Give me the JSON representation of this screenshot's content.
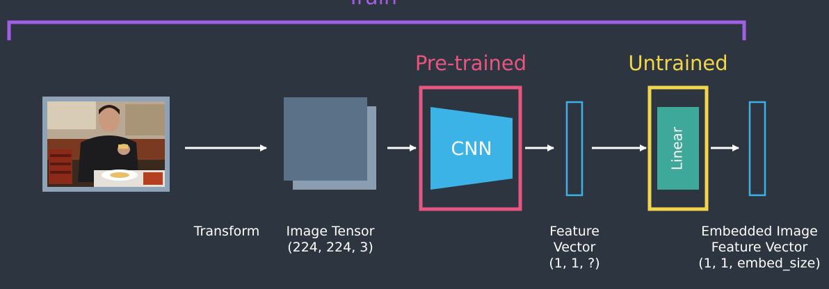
{
  "train_label": "Train",
  "pretrained_label": "Pre-trained",
  "untrained_label": "Untrained",
  "cnn_label": "CNN",
  "linear_label": "Linear",
  "transform_label": "Transform",
  "image_tensor": {
    "title": "Image Tensor",
    "shape": "(224, 224, 3)"
  },
  "feature_vector": {
    "line1": "Feature",
    "line2": "Vector",
    "shape": "(1, 1, ?)"
  },
  "embedded_vector": {
    "line1": "Embedded Image",
    "line2": "Feature Vector",
    "shape": "(1, 1, embed_size)"
  },
  "colors": {
    "background": "#2c3540",
    "train_bracket": "#a45ee5",
    "pretrained": "#e8567f",
    "untrained": "#f2d54a",
    "cnn": "#3bb3e6",
    "linear": "#3ea89a",
    "vector": "#3bb3e6",
    "tensor_front": "#5a7188",
    "tensor_back": "#8b9db0"
  },
  "icons": {
    "input_photo": "man-eating-pizza-photo"
  }
}
